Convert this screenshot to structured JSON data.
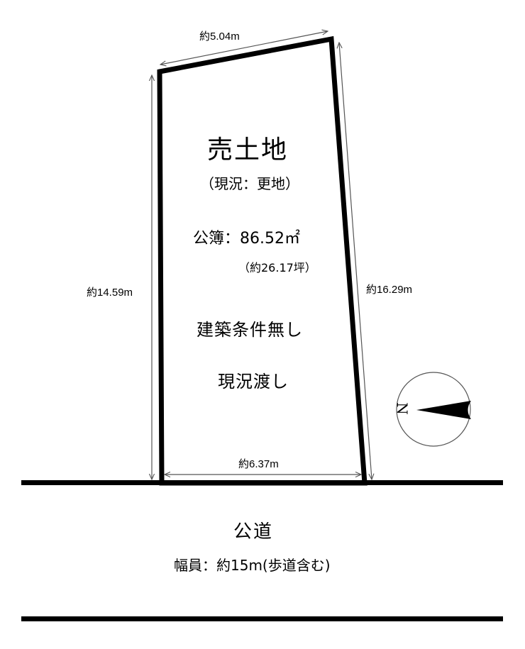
{
  "lot": {
    "title": "売土地",
    "current_status": "（現況：更地）",
    "area_label": "公簿：86.52㎡",
    "area_tsubo": "（約26.17坪）",
    "conditions": [
      "建築条件無し",
      "現況渡し"
    ]
  },
  "dimensions": {
    "top": "約5.04m",
    "left": "約14.59m",
    "right": "約16.29m",
    "bottom": "約6.37m"
  },
  "road": {
    "name": "公道",
    "width": "幅員：約15m(歩道含む)"
  },
  "compass": {
    "icon": "north-arrow-icon",
    "label": "N",
    "direction": "left"
  },
  "colors": {
    "line": "#000000",
    "dimension_line": "#555555",
    "background": "#ffffff"
  }
}
